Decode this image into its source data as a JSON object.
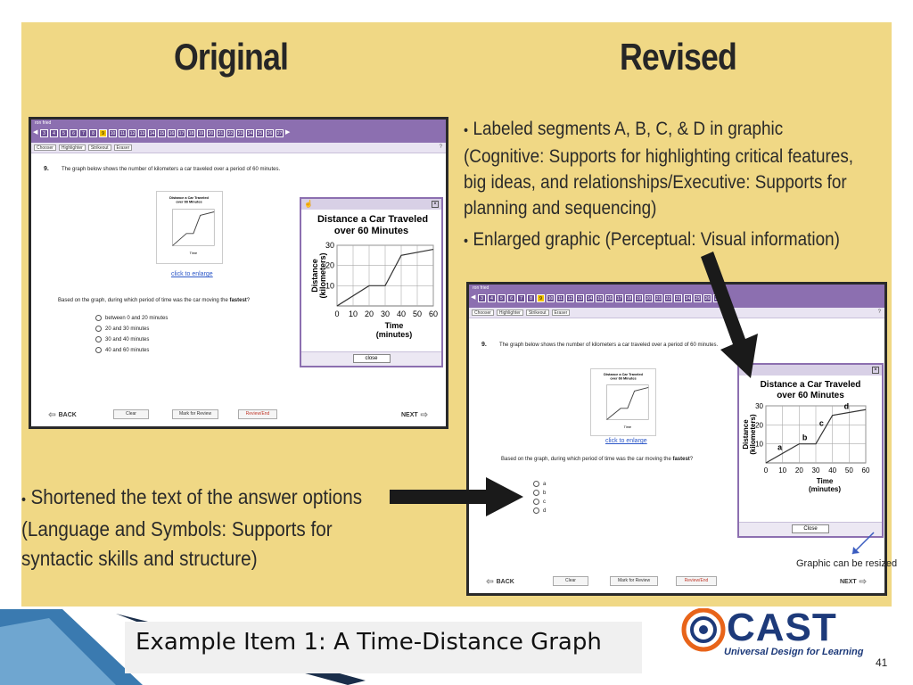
{
  "slide": {
    "heading_original": "Original",
    "heading_revised": "Revised",
    "caption": "Example Item 1: A Time-Distance Graph",
    "page_number": "41",
    "resize_note": "Graphic can be resized"
  },
  "brand": {
    "name": "CAST",
    "tagline": "Universal Design for Learning",
    "color": "#1d3a7a"
  },
  "bullets": {
    "revised_1": "Labeled segments A, B, C, & D in graphic (Cognitive: Supports for highlighting critical features, big ideas, and relationships/Executive: Supports for planning and sequencing)",
    "revised_2": "Enlarged graphic (Perceptual: Visual information)",
    "original_1": "Shortened the text of the answer options (Language and Symbols: Supports for syntactic skills and structure)"
  },
  "test_ui": {
    "header_text": "ron fried",
    "nav_numbers": [
      "3",
      "4",
      "5",
      "6",
      "7",
      "8",
      "9",
      "10",
      "11",
      "12",
      "13",
      "14",
      "15",
      "16",
      "17",
      "18",
      "19",
      "20",
      "21",
      "22",
      "23",
      "24",
      "25",
      "26",
      "27"
    ],
    "active_number": "9",
    "tools": [
      "Chooser",
      "Highlighter",
      "Strikeout",
      "Eraser"
    ],
    "help": "?",
    "question_number": "9.",
    "question_text": "The graph below shows the number of kilometers a car traveled over a period of 60 minutes.",
    "enlarge_link": "click to enlarge",
    "prompt_prefix": "Based on the graph, during which period of time was the car moving the ",
    "prompt_bold": "fastest",
    "prompt_suffix": "?",
    "back_label": "BACK",
    "next_label": "NEXT",
    "clear_label": "Clear",
    "mark_label": "Mark for Review",
    "review_end_label": "Review/End",
    "close_label": "close",
    "close_label_revised": "Close"
  },
  "original_options": [
    "between 0 and 20 minutes",
    "20 and 30 minutes",
    "30 and 40 minutes",
    "40 and 60 minutes"
  ],
  "revised_options": [
    "a",
    "b",
    "c",
    "d"
  ],
  "chart_data": [
    {
      "type": "line",
      "title": "Distance a Car Traveled over 60 Minutes",
      "xlabel": "Time (minutes)",
      "ylabel": "Distance (kilometers)",
      "x": [
        0,
        20,
        30,
        40,
        60
      ],
      "y": [
        0,
        10,
        10,
        25,
        28
      ],
      "xticks": [
        0,
        10,
        20,
        30,
        40,
        50,
        60
      ],
      "yticks": [
        10,
        20,
        30
      ],
      "xlim": [
        0,
        60
      ],
      "ylim": [
        0,
        30
      ],
      "grid": true,
      "segment_labels": []
    },
    {
      "type": "line",
      "title": "Distance a Car Traveled over 60 Minutes",
      "xlabel": "Time (minutes)",
      "ylabel": "Distance (kilometers)",
      "x": [
        0,
        20,
        30,
        40,
        60
      ],
      "y": [
        0,
        10,
        10,
        25,
        28
      ],
      "xticks": [
        0,
        10,
        20,
        30,
        40,
        50,
        60
      ],
      "yticks": [
        10,
        20,
        30
      ],
      "xlim": [
        0,
        60
      ],
      "ylim": [
        0,
        30
      ],
      "grid": true,
      "segment_labels": [
        "a",
        "b",
        "c",
        "d"
      ]
    }
  ]
}
